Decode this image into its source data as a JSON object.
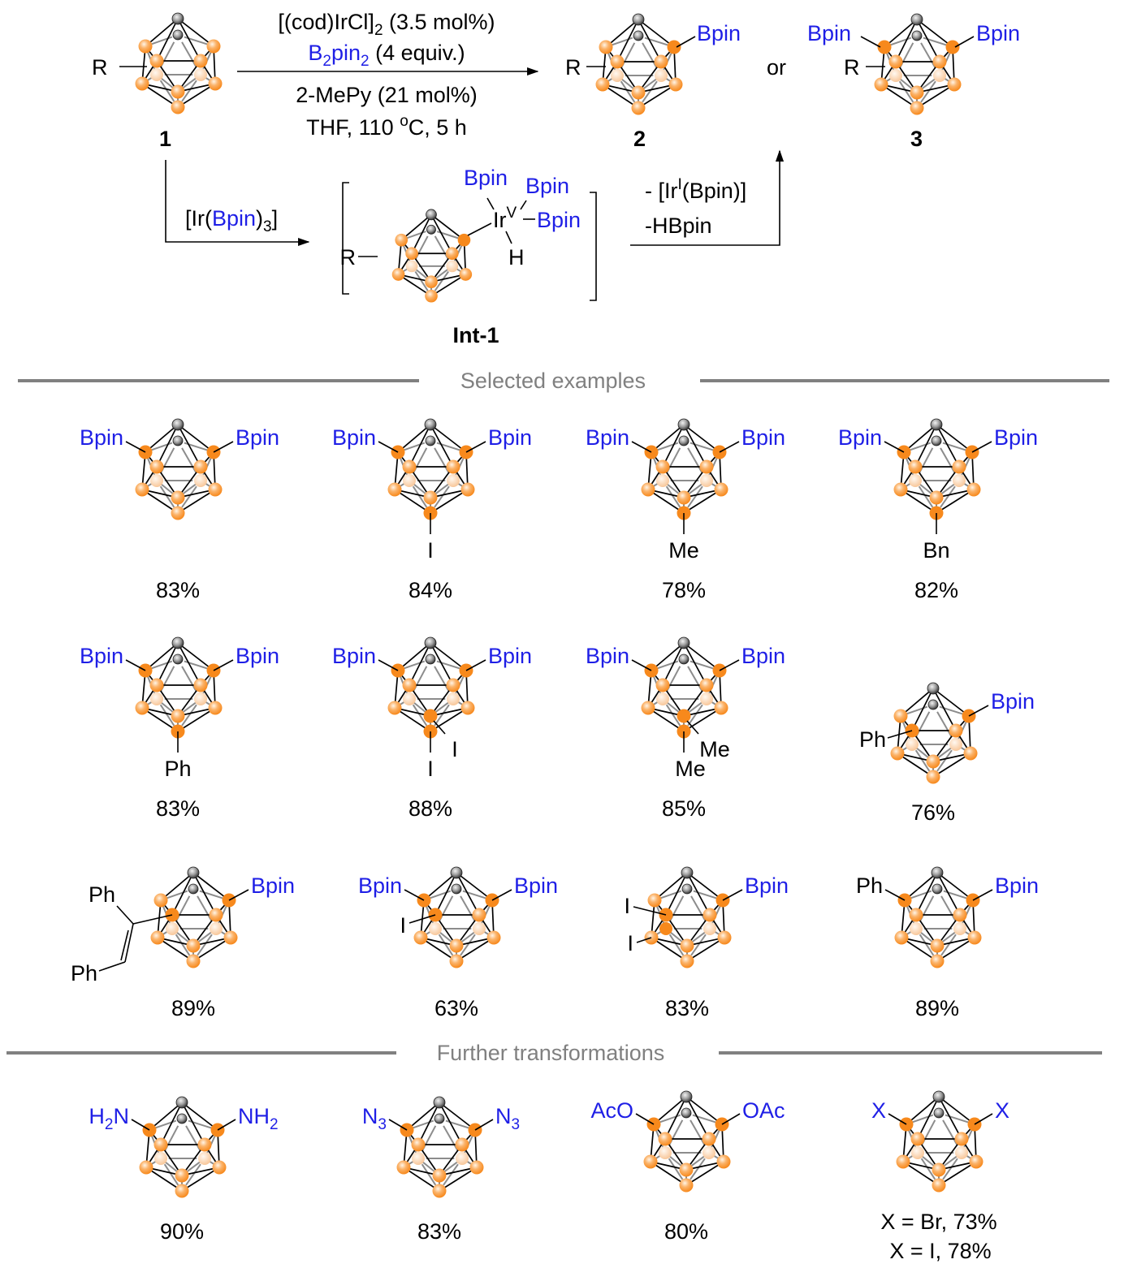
{
  "colors": {
    "substituent_blue": "#1f1fe6",
    "boron_orange": "#f78a1e",
    "carbon_gray": "#555555",
    "section_gray": "#808080"
  },
  "scheme": {
    "starting_material": {
      "id": "1",
      "substituent": "R"
    },
    "conditions_top": {
      "catalyst": "[(cod)IrCl]",
      "catalyst_sub": "2",
      "catalyst_loading": " (3.5 mol%)",
      "reagent_B": "B",
      "reagent_sub1": "2",
      "reagent_pin": "pin",
      "reagent_sub2": "2",
      "reagent_equiv": " (4 equiv.)"
    },
    "conditions_bottom": {
      "additive": "2-MePy (21 mol%)",
      "solvent_temp_prefix": "THF, 110 ",
      "degree_sup": "o",
      "solvent_temp_suffix": "C, 5 h"
    },
    "product_2": {
      "id": "2",
      "substituent": "R",
      "group": "Bpin"
    },
    "or_label": "or",
    "product_3": {
      "id": "3",
      "substituent": "R",
      "group_left": "Bpin",
      "group_right": "Bpin"
    },
    "path_label": {
      "open": "[Ir(",
      "bpin": "Bpin",
      "close": ")",
      "sub": "3",
      "end": "]"
    },
    "intermediate": {
      "id": "Int-1",
      "substituent": "R",
      "metal": "Ir",
      "metal_ox": "V",
      "ligands": [
        "Bpin",
        "Bpin",
        "Bpin"
      ],
      "hydride": "H"
    },
    "elimination": {
      "line1_prefix": "- [Ir",
      "line1_sup": "I",
      "line1_suffix": "(Bpin)]",
      "line2": "-HBpin"
    }
  },
  "sections": {
    "examples_title": "Selected examples",
    "transformations_title": "Further transformations"
  },
  "examples": [
    {
      "yield": "83%",
      "left": "Bpin",
      "right": "Bpin",
      "bottom": ""
    },
    {
      "yield": "84%",
      "left": "Bpin",
      "right": "Bpin",
      "bottom": "I"
    },
    {
      "yield": "78%",
      "left": "Bpin",
      "right": "Bpin",
      "bottom": "Me"
    },
    {
      "yield": "82%",
      "left": "Bpin",
      "right": "Bpin",
      "bottom": "Bn"
    },
    {
      "yield": "83%",
      "left": "Bpin",
      "right": "Bpin",
      "bottom": "Ph"
    },
    {
      "yield": "88%",
      "left": "Bpin",
      "right": "Bpin",
      "bottom": "I",
      "bottom2": "I"
    },
    {
      "yield": "85%",
      "left": "Bpin",
      "right": "Bpin",
      "bottom": "Me",
      "bottom2": "Me"
    },
    {
      "yield": "76%",
      "left": "Ph",
      "right": "Bpin"
    },
    {
      "yield": "89%",
      "left_top": "Ph",
      "left_bottom": "Ph",
      "right": "Bpin"
    },
    {
      "yield": "63%",
      "left": "Bpin",
      "right": "Bpin",
      "inner": "I"
    },
    {
      "yield": "83%",
      "left_top": "I",
      "left_bottom": "I",
      "right": "Bpin"
    },
    {
      "yield": "89%",
      "left": "Ph",
      "right": "Bpin"
    }
  ],
  "transformations": [
    {
      "yield": "90%",
      "left": "H",
      "left_sub": "2",
      "left_end": "N",
      "right": "NH",
      "right_sub": "2"
    },
    {
      "yield": "83%",
      "left": "N",
      "left_sub": "3",
      "right": "N",
      "right_sub": "3"
    },
    {
      "yield": "80%",
      "left": "AcO",
      "right": "OAc"
    },
    {
      "yield_lines": [
        "X = Br, 73%",
        "X = I, 78%"
      ],
      "left": "X",
      "right": "X"
    }
  ]
}
